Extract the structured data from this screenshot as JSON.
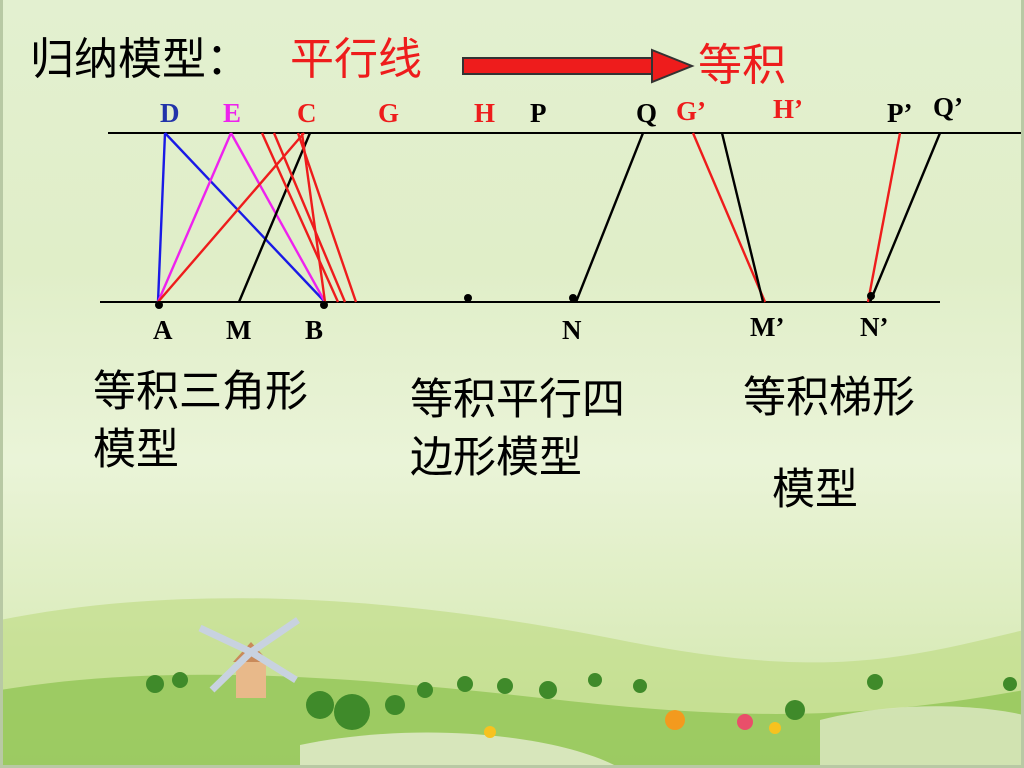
{
  "heading": {
    "prefix": "归纳模型：",
    "from": "平行线",
    "to": "等积"
  },
  "labels": {
    "D": "D",
    "E": "E",
    "C": "C",
    "G": "G",
    "H": "H",
    "P": "P",
    "Q": "Q",
    "G2": "G’",
    "H2": "H’",
    "P2": "P’",
    "Q2": "Q’",
    "A": "A",
    "M": "M",
    "B": "B",
    "N": "N",
    "M2": "M’",
    "N2": "N’"
  },
  "captions": {
    "triangle_line1": "等积三角形",
    "triangle_line2": "模型",
    "parallelogram_line1": "等积平行四",
    "parallelogram_line2": "边形模型",
    "trapezoid_line1": "等积梯形",
    "trapezoid_line2": "模型"
  },
  "colors": {
    "black": "#000000",
    "red": "#ee1c1c",
    "blue": "#1a1ae6",
    "magenta": "#ee22ee",
    "label_blue": "#2233aa"
  }
}
